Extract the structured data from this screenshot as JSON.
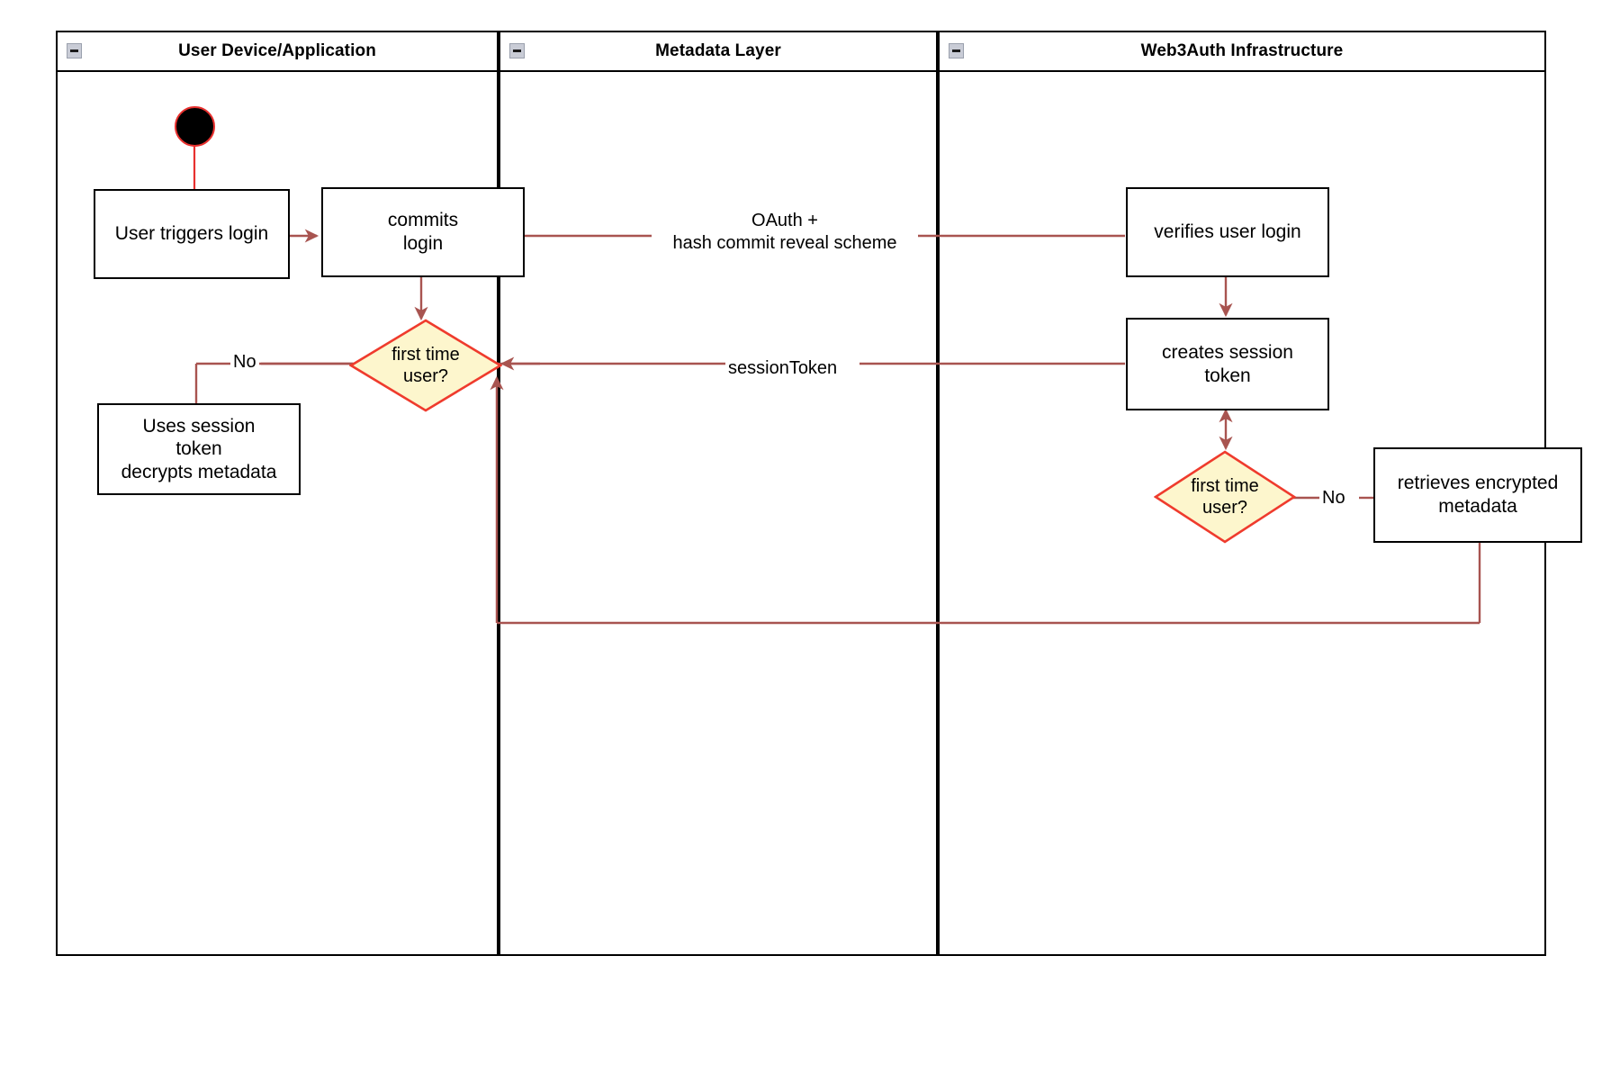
{
  "diagram": {
    "type": "uml-activity-swimlane",
    "accent_color": "#a85450",
    "decision_fill": "#fdf6cd",
    "decision_stroke": "#ef3b2d",
    "node_stroke": "#000000",
    "start_stroke": "#e8312f",
    "lanes": [
      {
        "id": "user-device",
        "title": "User Device/Application",
        "collapse_icon": "collapse-minus-icon"
      },
      {
        "id": "metadata-layer",
        "title": "Metadata Layer",
        "collapse_icon": "collapse-minus-icon"
      },
      {
        "id": "web3auth",
        "title": "Web3Auth Infrastructure",
        "collapse_icon": "collapse-minus-icon"
      }
    ],
    "nodes": {
      "start": {
        "name": "start-node",
        "label": ""
      },
      "user_triggers_login": {
        "label": "User triggers login"
      },
      "commits_login": {
        "line1": "commits",
        "line2": "login"
      },
      "decision_left": {
        "line1": "first time",
        "line2": "user?"
      },
      "uses_session_token": {
        "line1": "Uses session",
        "line2": "token",
        "line3": "decrypts metadata"
      },
      "verifies_user_login": {
        "label": "verifies user login"
      },
      "creates_session_token": {
        "line1": "creates session",
        "line2": "token"
      },
      "decision_right": {
        "line1": "first time",
        "line2": "user?"
      },
      "retrieves_encrypted_metadata": {
        "line1": "retrieves encrypted",
        "line2": "metadata"
      }
    },
    "edge_labels": {
      "oauth_line1": "OAuth +",
      "oauth_line2": "hash commit reveal scheme",
      "session_token": "sessionToken",
      "no_left": "No",
      "no_right": "No"
    }
  }
}
